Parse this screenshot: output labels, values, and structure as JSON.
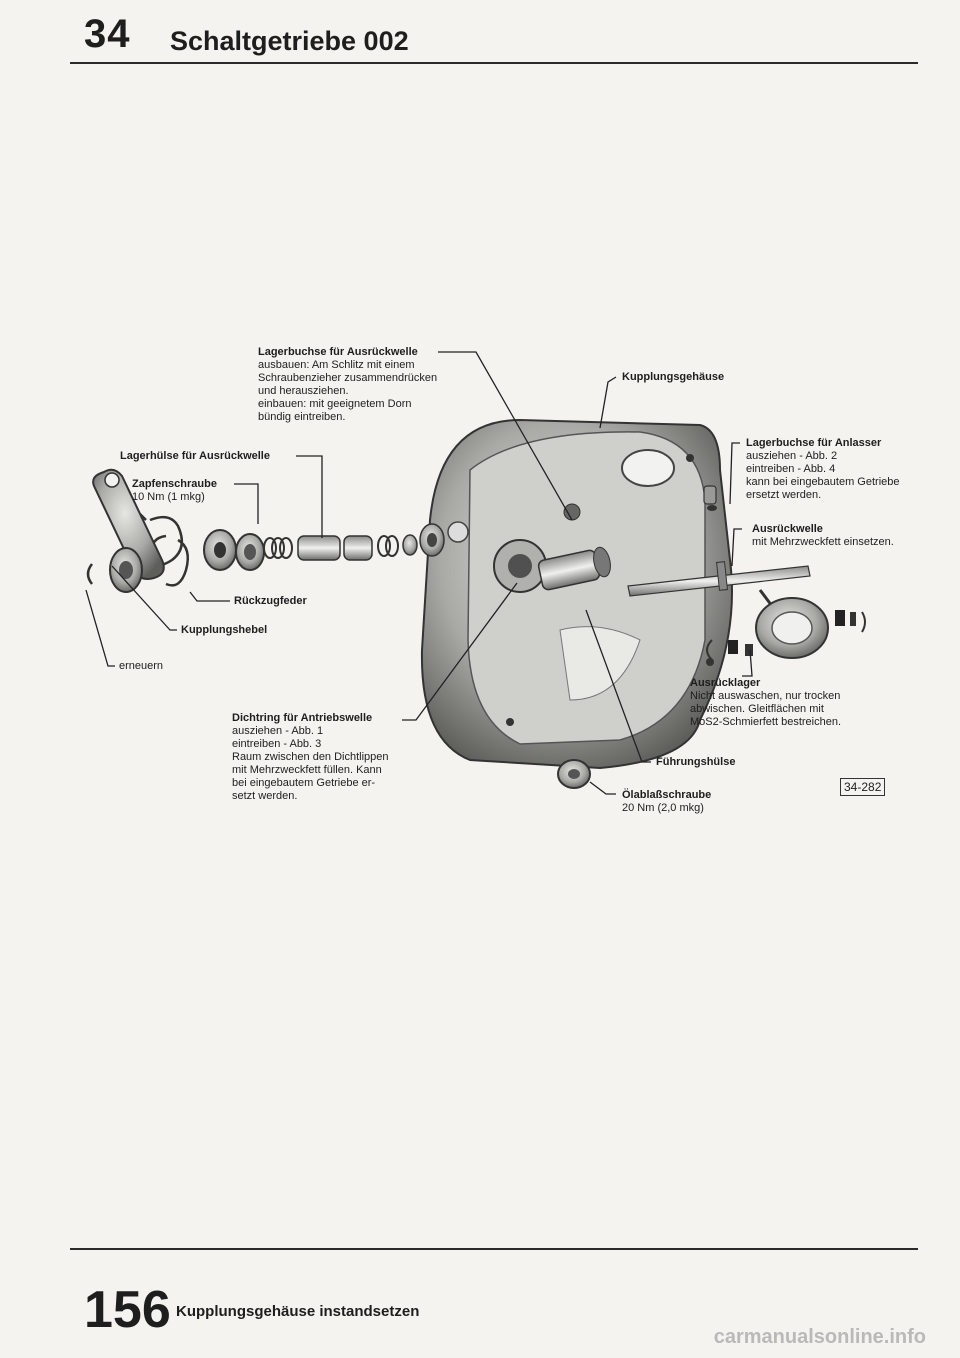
{
  "header": {
    "number": "34",
    "title": "Schaltgetriebe 002"
  },
  "labels": {
    "lagerbuchse_ausrueck": {
      "title": "Lagerbuchse für Ausrückwelle",
      "lines": [
        "ausbauen: Am Schlitz mit einem",
        "Schraubenzieher zusammendrücken",
        "und herausziehen.",
        "einbauen: mit geeignetem Dorn",
        "bündig eintreiben."
      ]
    },
    "kupplungsgehaeuse": {
      "title": "Kupplungsgehäuse"
    },
    "lagerhuelse": {
      "title": "Lagerhülse für Ausrückwelle"
    },
    "zapfenschraube": {
      "title": "Zapfenschraube",
      "lines": [
        "10 Nm (1 mkg)"
      ]
    },
    "lagerbuchse_anlasser": {
      "title": "Lagerbuchse für Anlasser",
      "lines": [
        "ausziehen - Abb. 2",
        "eintreiben - Abb. 4",
        "kann bei eingebautem Getriebe",
        "ersetzt werden."
      ]
    },
    "ausrueckwelle": {
      "title": "Ausrückwelle",
      "lines": [
        "mit Mehrzweckfett einsetzen."
      ]
    },
    "rueckzugfeder": {
      "title": "Rückzugfeder"
    },
    "kupplungshebel": {
      "title": "Kupplungshebel"
    },
    "erneuern": {
      "title": "erneuern"
    },
    "ausruecklager": {
      "title": "Ausrücklager",
      "lines": [
        "Nicht auswaschen, nur trocken",
        "abwischen. Gleitflächen mit",
        "MoS2-Schmierfett bestreichen."
      ]
    },
    "dichtring": {
      "title": "Dichtring für Antriebswelle",
      "lines": [
        "ausziehen - Abb. 1",
        "eintreiben - Abb. 3",
        "Raum zwischen den Dichtlippen",
        "mit Mehrzweckfett füllen. Kann",
        "bei eingebautem Getriebe er-",
        "setzt werden."
      ]
    },
    "fuehrungshuelse": {
      "title": "Führungshülse"
    },
    "oelablass": {
      "title": "Ölablaßschraube",
      "lines": [
        "20 Nm (2,0 mkg)"
      ]
    }
  },
  "figure_id": "34-282",
  "footer": {
    "number": "156",
    "title": "Kupplungsgehäuse instandsetzen"
  },
  "watermark": "carmanualsonline.info"
}
